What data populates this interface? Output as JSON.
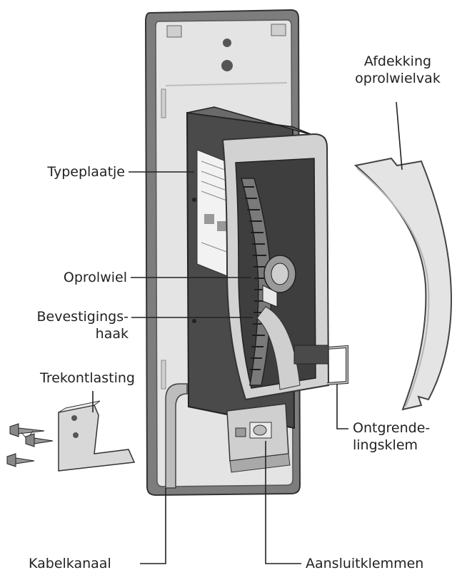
{
  "labels": {
    "afdekking_line1": "Afdekking",
    "afdekking_line2": "oprolwielvak",
    "typeplaatje": "Typeplaatje",
    "oprolwiel": "Oprolwiel",
    "bevestigings_line1": "Bevestigings-",
    "bevestigings_line2": "haak",
    "trekontlasting": "Trekontlasting",
    "ontgrendel_line1": "Ontgrende-",
    "ontgrendel_line2": "lingsklem",
    "kabelkanaal": "Kabelkanaal",
    "aansluitklemmen": "Aansluitklemmen"
  }
}
